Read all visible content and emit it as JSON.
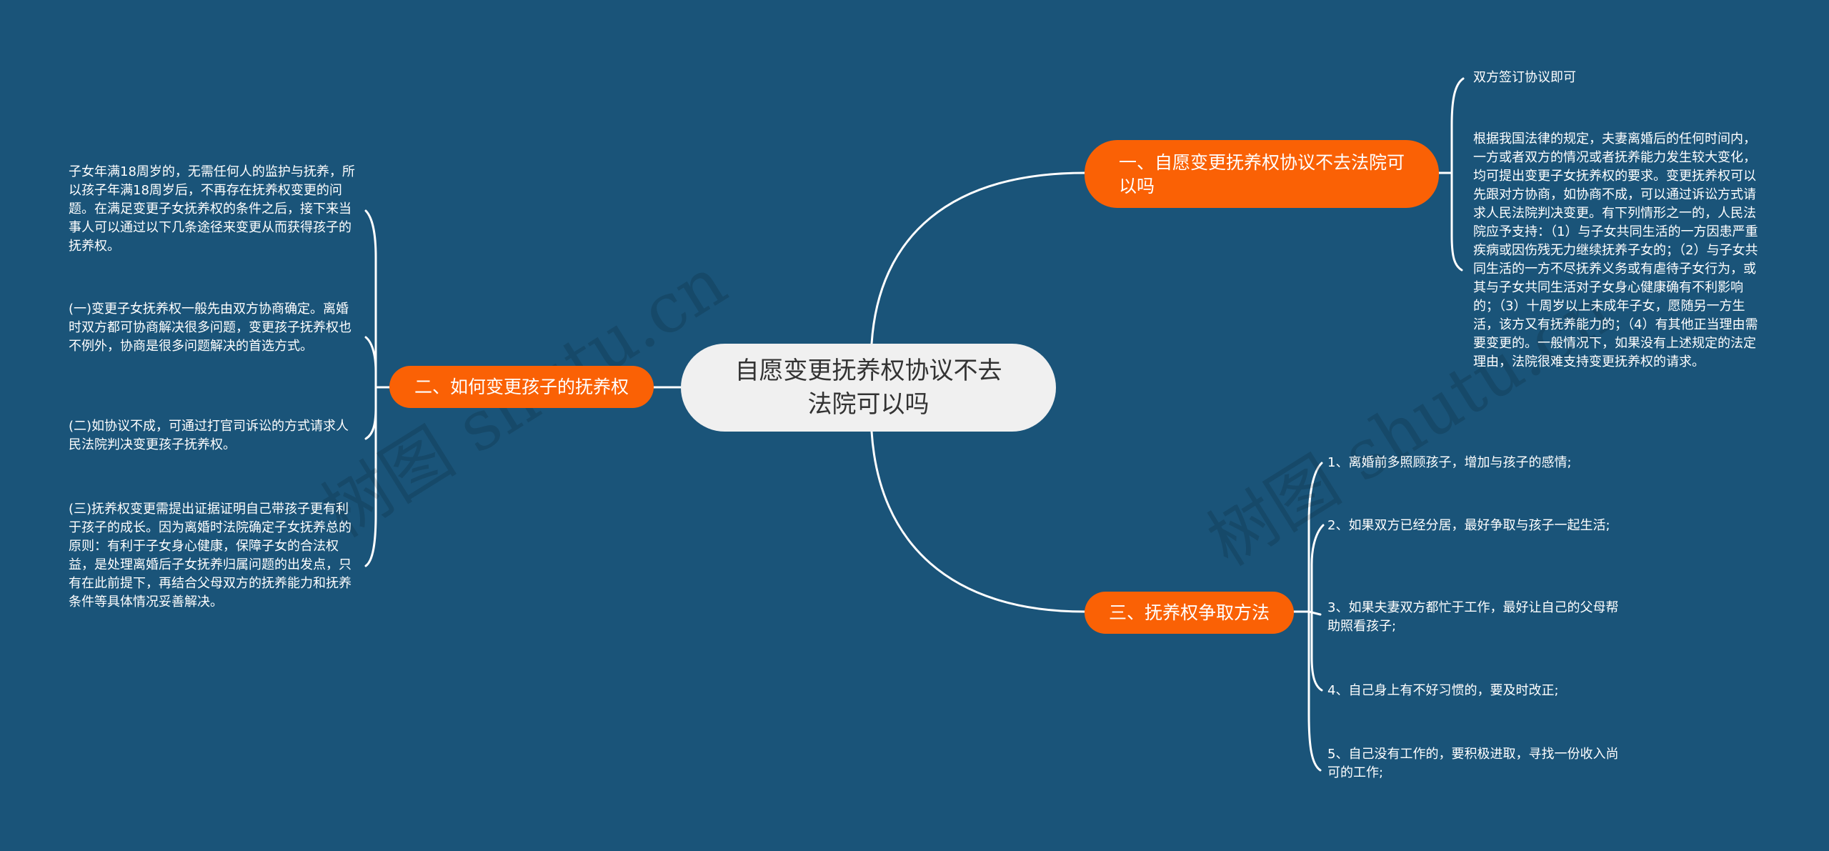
{
  "mindmap": {
    "root": {
      "label": "自愿变更抚养权协议不去法院可以吗"
    },
    "branches": [
      {
        "label": "一、自愿变更抚养权协议不去法院可以吗",
        "side": "right",
        "children": [
          "双方签订协议即可",
          "根据我国法律的规定，夫妻离婚后的任何时间内，一方或者双方的情况或者抚养能力发生较大变化，均可提出变更子女抚养权的要求。变更抚养权可以先跟对方协商，如协商不成，可以通过诉讼方式请求人民法院判决变更。有下列情形之一的，人民法院应予支持：（1）与子女共同生活的一方因患严重疾病或因伤残无力继续抚养子女的；（2）与子女共同生活的一方不尽抚养义务或有虐待子女行为，或其与子女共同生活对子女身心健康确有不利影响的；（3）十周岁以上未成年子女，愿随另一方生活，该方又有抚养能力的；（4）有其他正当理由需要变更的。一般情况下，如果没有上述规定的法定理由，法院很难支持变更抚养权的请求。"
        ]
      },
      {
        "label": "二、如何变更孩子的抚养权",
        "side": "left",
        "children": [
          "子女年满18周岁的，无需任何人的监护与抚养，所以孩子年满18周岁后，不再存在抚养权变更的问题。在满足变更子女抚养权的条件之后，接下来当事人可以通过以下几条途径来变更从而获得孩子的抚养权。",
          "(一)变更子女抚养权一般先由双方协商确定。离婚时双方都可协商解决很多问题，变更孩子抚养权也不例外，协商是很多问题解决的首选方式。",
          "(二)如协议不成，可通过打官司诉讼的方式请求人民法院判决变更孩子抚养权。",
          "(三)抚养权变更需提出证据证明自己带孩子更有利于孩子的成长。因为离婚时法院确定子女抚养总的原则：有利于子女身心健康，保障子女的合法权益，是处理离婚后子女抚养归属问题的出发点，只有在此前提下，再结合父母双方的抚养能力和抚养条件等具体情况妥善解决。"
        ]
      },
      {
        "label": "三、抚养权争取方法",
        "side": "right",
        "children": [
          "1、离婚前多照顾孩子，增加与孩子的感情;",
          "2、如果双方已经分居，最好争取与孩子一起生活;",
          "3、如果夫妻双方都忙于工作，最好让自己的父母帮助照看孩子;",
          "4、自己身上有不好习惯的，要及时改正;",
          "5、自己没有工作的，要积极进取，寻找一份收入尚可的工作;"
        ]
      }
    ],
    "watermarks": [
      "树图 shutu.cn",
      "树图 shutu.cn"
    ]
  },
  "colors": {
    "background": "#1a5479",
    "root_fill": "#f0f0f0",
    "root_text": "#333333",
    "branch_fill": "#fa6105",
    "branch_text": "#ffffff",
    "line": "#ffffff"
  }
}
